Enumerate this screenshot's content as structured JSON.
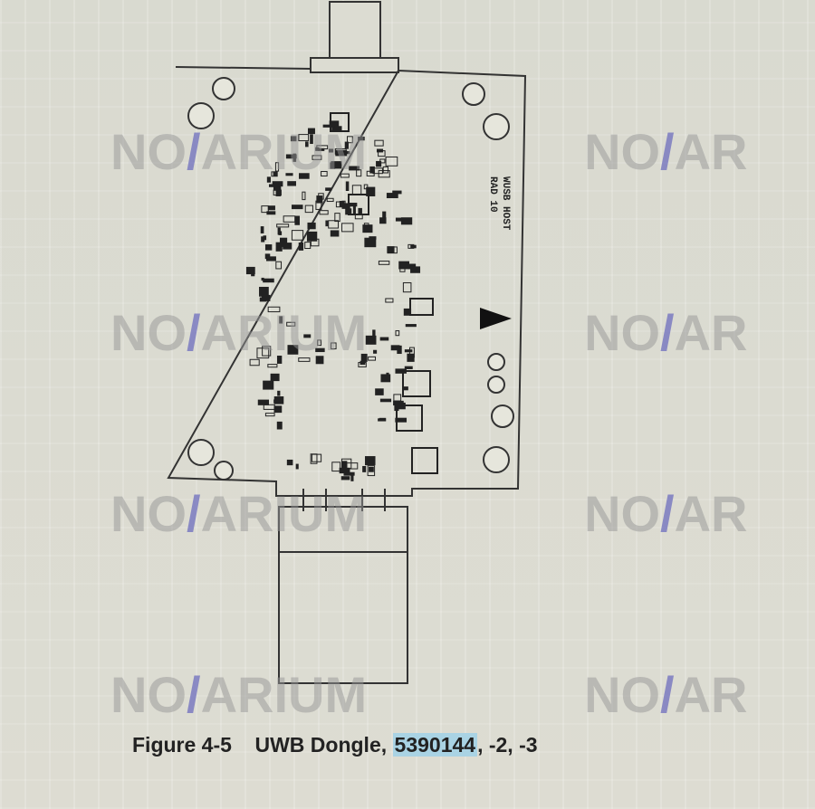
{
  "figure": {
    "label": "Figure 4-5",
    "title_prefix": "UWB Dongle,",
    "part_number": "5390144",
    "suffix": ", -2, -3"
  },
  "board": {
    "silkscreen_line1": "WUSB HOST",
    "silkscreen_line2": "RAD 10"
  },
  "watermark": {
    "text": "NOVARIUM"
  },
  "colors": {
    "highlight": "#a9d3e4",
    "watermark_slash": "#6e6ebe"
  }
}
